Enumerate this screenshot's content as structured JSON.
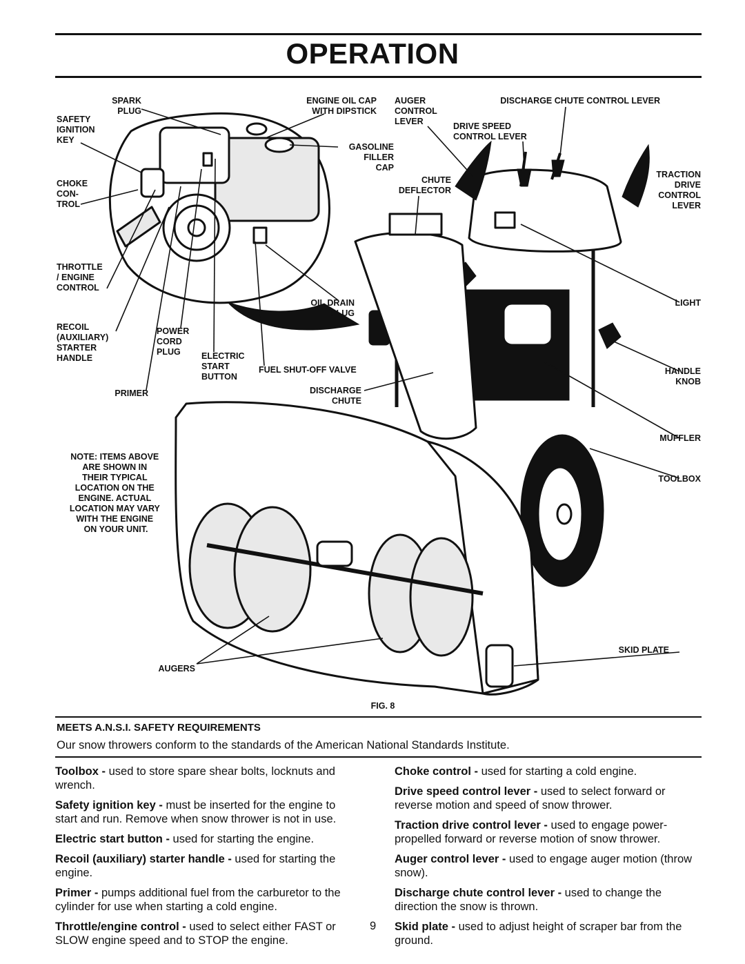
{
  "header": {
    "title": "OPERATION"
  },
  "figure": {
    "caption": "FIG. 8",
    "note": [
      "NOTE: ITEMS ABOVE",
      "ARE SHOWN IN",
      "THEIR TYPICAL",
      "LOCATION ON THE",
      "ENGINE.  ACTUAL",
      "LOCATION MAY VARY",
      "WITH THE ENGINE",
      "ON YOUR UNIT."
    ],
    "labels": {
      "spark_plug": [
        "SPARK",
        "PLUG"
      ],
      "engine_oil_cap": [
        "ENGINE OIL CAP",
        "WITH DIPSTICK"
      ],
      "auger_control_lever": [
        "AUGER",
        "CONTROL",
        "LEVER"
      ],
      "discharge_chute_control_lever": "DISCHARGE CHUTE CONTROL LEVER",
      "drive_speed_control_lever": [
        "DRIVE SPEED",
        "CONTROL LEVER"
      ],
      "safety_ignition_key": [
        "SAFETY",
        "IGNITION",
        "KEY"
      ],
      "gasoline_filler_cap": [
        "GASOLINE",
        "FILLER",
        "CAP"
      ],
      "choke_control": [
        "CHOKE",
        "CON-",
        "TROL"
      ],
      "chute_deflector": [
        "CHUTE",
        "DEFLECTOR"
      ],
      "traction_drive_control_lever": [
        "TRACTION",
        "DRIVE",
        "CONTROL",
        "LEVER"
      ],
      "throttle_engine_control": [
        "THROTTLE",
        "/ ENGINE",
        "CONTROL"
      ],
      "oil_drain_plug": [
        "OIL DRAIN",
        "PLUG"
      ],
      "light": "LIGHT",
      "recoil_starter_handle": [
        "RECOIL",
        "(AUXILIARY)",
        "STARTER",
        "HANDLE"
      ],
      "power_cord_plug": [
        "POWER",
        "CORD",
        "PLUG"
      ],
      "electric_start_button": [
        "ELECTRIC",
        "START",
        "BUTTON"
      ],
      "fuel_shutoff_valve": "FUEL SHUT-OFF VALVE",
      "handle_knob": [
        "HANDLE",
        "KNOB"
      ],
      "primer": "PRIMER",
      "discharge_chute": [
        "DISCHARGE",
        "CHUTE"
      ],
      "muffler": "MUFFLER",
      "toolbox": "TOOLBOX",
      "skid_plate": "SKID PLATE",
      "augers": "AUGERS"
    }
  },
  "ansi": {
    "heading": "MEETS A.N.S.I. SAFETY REQUIREMENTS",
    "text": "Our snow throwers conform to the standards of the American National Standards Institute."
  },
  "descriptions": {
    "left": [
      {
        "term": "Toolbox -",
        "text": " used to store spare shear bolts, locknuts and wrench."
      },
      {
        "term": "Safety ignition key -",
        "text": " must be inserted for the engine to start and run. Remove when snow thrower is not in use."
      },
      {
        "term": "Electric start button -",
        "text": " used for starting the engine."
      },
      {
        "term": "Recoil (auxiliary) starter handle -",
        "text": " used for starting the engine."
      },
      {
        "term": "Primer -",
        "text": " pumps additional fuel from the carburetor to the cylinder for use when starting a cold engine."
      },
      {
        "term": "Throttle/engine control -",
        "text": " used to select either FAST or SLOW engine speed and to STOP the engine."
      }
    ],
    "right": [
      {
        "term": "Choke control -",
        "text": " used for starting a cold engine."
      },
      {
        "term": "Drive speed control lever -",
        "text": " used to select forward or reverse motion and speed of snow thrower."
      },
      {
        "term": "Traction drive control lever -",
        "text": " used to engage power-propelled forward or reverse motion of snow thrower."
      },
      {
        "term": "Auger control lever -",
        "text": " used to engage auger motion (throw snow)."
      },
      {
        "term": "Discharge chute control lever -",
        "text": " used to change the direction the snow is thrown."
      },
      {
        "term": "Skid plate -",
        "text": " used to adjust height of scraper bar from the ground."
      }
    ]
  },
  "footer": {
    "page_number": "9"
  }
}
